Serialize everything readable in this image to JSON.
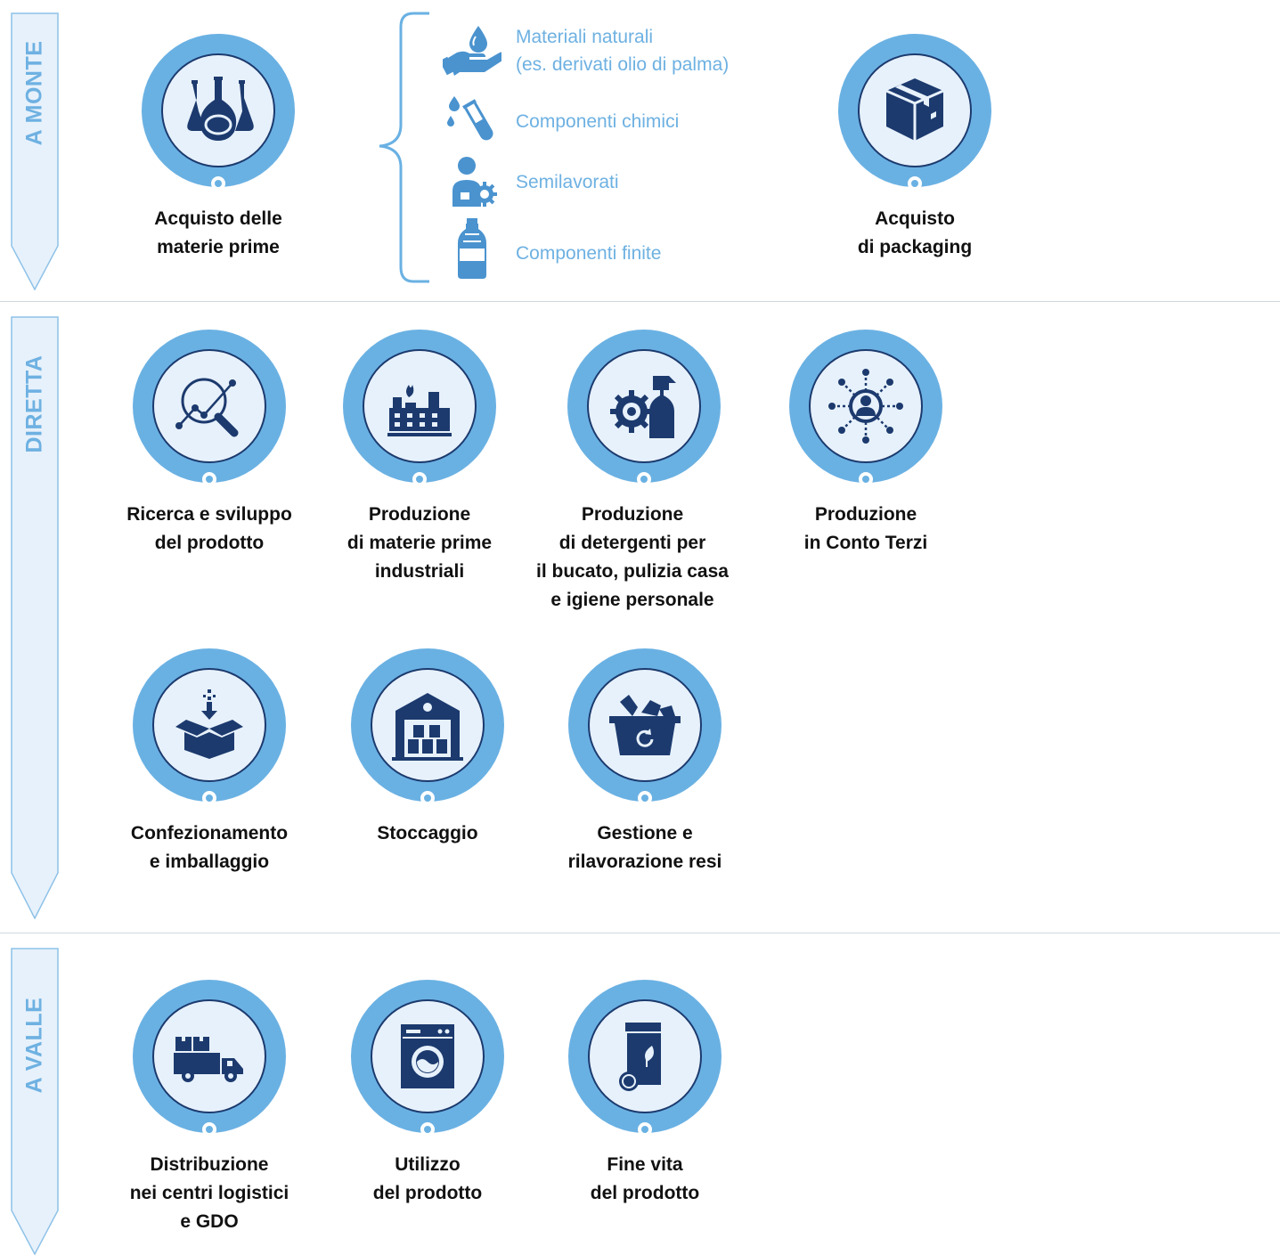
{
  "colors": {
    "ring": "#6ab1e3",
    "inner": "#e7f1fb",
    "icon": "#1c3a6e",
    "stage_text": "#6eb1e2",
    "label": "#111111"
  },
  "stages": [
    {
      "label": "A MONTE"
    },
    {
      "label": "DIRETTA"
    },
    {
      "label": "A VALLE"
    }
  ],
  "upstream": {
    "raw_materials": {
      "icon": "chemistry-flasks-icon",
      "lines": [
        "Acquisto delle",
        "materie prime"
      ]
    },
    "packaging": {
      "icon": "box-icon",
      "lines": [
        "Acquisto",
        "di packaging"
      ]
    },
    "materials": [
      {
        "icon": "hand-drop-icon",
        "lines": [
          "Materiali naturali",
          "(es. derivati olio di palma)"
        ]
      },
      {
        "icon": "test-tube-icon",
        "lines": [
          "Componenti chimici"
        ]
      },
      {
        "icon": "worker-gear-icon",
        "lines": [
          "Semilavorati"
        ]
      },
      {
        "icon": "bottle-icon",
        "lines": [
          "Componenti finite"
        ]
      }
    ]
  },
  "direct": [
    {
      "icon": "research-icon",
      "lines": [
        "Ricerca e sviluppo",
        "del prodotto"
      ]
    },
    {
      "icon": "factory-icon",
      "lines": [
        "Produzione",
        "di materie prime",
        "industriali"
      ]
    },
    {
      "icon": "detergent-production-icon",
      "lines": [
        "Produzione",
        "di detergenti per",
        "il bucato, pulizia casa",
        "e igiene personale"
      ]
    },
    {
      "icon": "network-person-icon",
      "lines": [
        "Produzione",
        "in Conto Terzi"
      ]
    },
    {
      "icon": "packaging-box-icon",
      "lines": [
        "Confezionamento",
        "e imballaggio"
      ]
    },
    {
      "icon": "warehouse-icon",
      "lines": [
        "Stoccaggio"
      ]
    },
    {
      "icon": "returns-basket-icon",
      "lines": [
        "Gestione e",
        "rilavorazione resi"
      ]
    }
  ],
  "downstream": [
    {
      "icon": "truck-icon",
      "lines": [
        "Distribuzione",
        "nei centri logistici",
        "e GDO"
      ]
    },
    {
      "icon": "washing-machine-icon",
      "lines": [
        "Utilizzo",
        "del prodotto"
      ]
    },
    {
      "icon": "recycle-bin-icon",
      "lines": [
        "Fine vita",
        "del prodotto"
      ]
    }
  ]
}
